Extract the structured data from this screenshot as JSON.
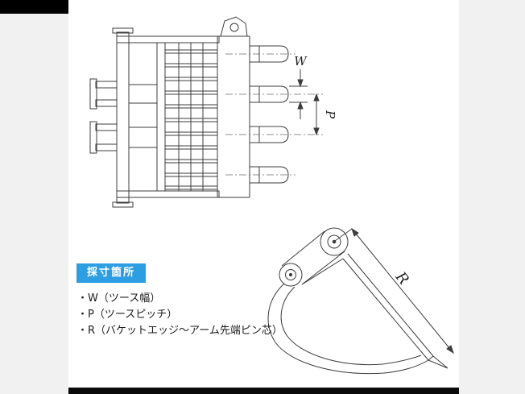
{
  "badge": {
    "label": "採寸箇所"
  },
  "legend": {
    "items": [
      {
        "text": "・W（ツース幅）"
      },
      {
        "text": "・P（ツースピッチ）"
      },
      {
        "text": "・R（バケットエッジ～アーム先端ピン芯）"
      }
    ]
  },
  "dims": {
    "w": "W",
    "p": "P",
    "r": "R"
  },
  "colors": {
    "badge_bg": "#2e9ee2",
    "line": "#3c3c3c",
    "page_bg": "#f1f1f2",
    "letterbox": "#000000"
  }
}
